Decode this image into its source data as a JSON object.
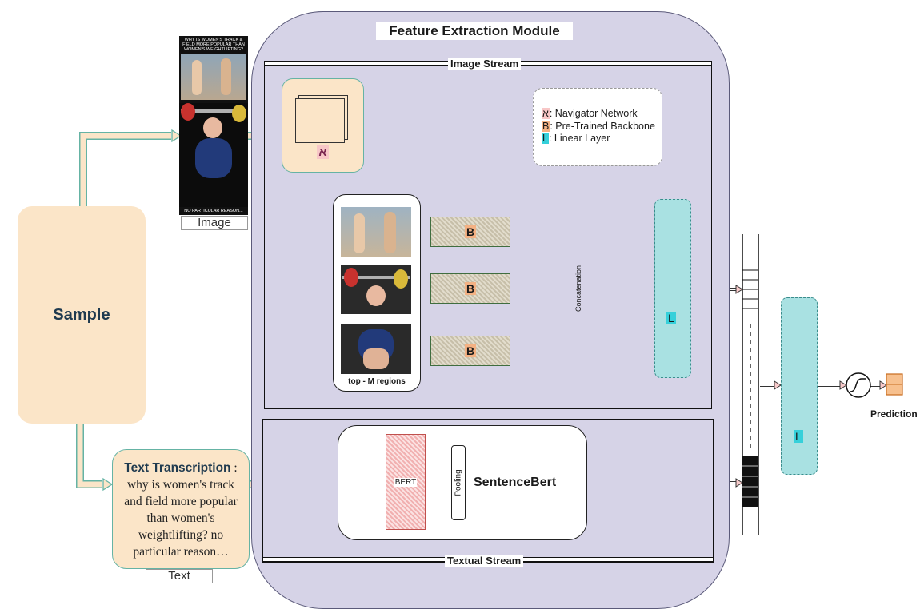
{
  "module": {
    "title": "Feature Extraction Module"
  },
  "image_stream": {
    "label": "Image Stream"
  },
  "textual_stream": {
    "label": "Textual Stream"
  },
  "sample": {
    "label": "Sample"
  },
  "meme": {
    "top_text": "WHY IS WOMEN'S TRACK & FIELD MORE POPULAR THAN WOMEN'S WEIGHTLIFTING?",
    "bottom_text": "NO PARTICULAR REASON...",
    "caption": "Image"
  },
  "navigator": {
    "symbol": "א"
  },
  "legend": {
    "items": [
      {
        "symbol": "א",
        "text": ": Navigator Network",
        "color": "#f8c7c7"
      },
      {
        "symbol": "B",
        "text": ": Pre-Trained Backbone",
        "color": "#f4b183"
      },
      {
        "symbol": "L",
        "text": ": Linear Layer",
        "color": "#35d0da"
      }
    ]
  },
  "regions": {
    "label": "top - M regions"
  },
  "backbone": {
    "symbol": "B"
  },
  "concatenation": {
    "label": "Concatenation"
  },
  "linear": {
    "symbol": "L"
  },
  "text_transcription": {
    "title": "Text Transcription",
    "colon": " :",
    "body": "why is women's track and field more popular than women's weightlifting? no particular reason…",
    "caption": "Text"
  },
  "sentence_bert": {
    "bert": "BERT",
    "pooling": "Pooling",
    "label": "SentenceBert"
  },
  "prediction": {
    "label": "Prediction"
  },
  "colors": {
    "feature_red": "#f8cbcb",
    "feature_blue": "#c9dff5",
    "feature_green": "#d4eac3",
    "module_bg": "#d6d3e7",
    "peach": "#fbe5c8",
    "teal": "#a9e1e2"
  }
}
